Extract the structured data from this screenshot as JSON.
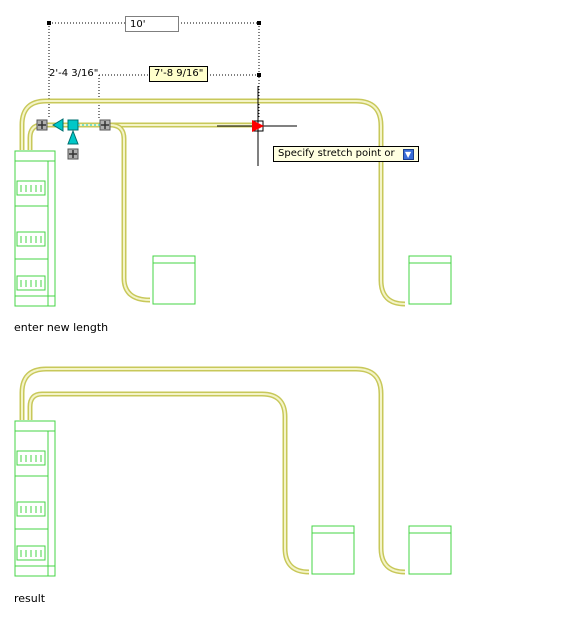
{
  "dimension_input": {
    "value": "10'"
  },
  "dimension_label_left": "2'-4 3/16\"",
  "dimension_label_current": "7'-8 9/16\"",
  "command_prompt": {
    "text": "Specify stretch point or",
    "icon": "dropdown-arrow-icon"
  },
  "captions": {
    "top": "enter new length",
    "bottom": "result"
  },
  "colors": {
    "duct": "#c8c85a",
    "duct_light": "#e8e8a0",
    "panel": "#44d444",
    "grip_cyan": "#00c8c8",
    "grip_red": "#ff0000",
    "dimension_line": "#000000"
  }
}
